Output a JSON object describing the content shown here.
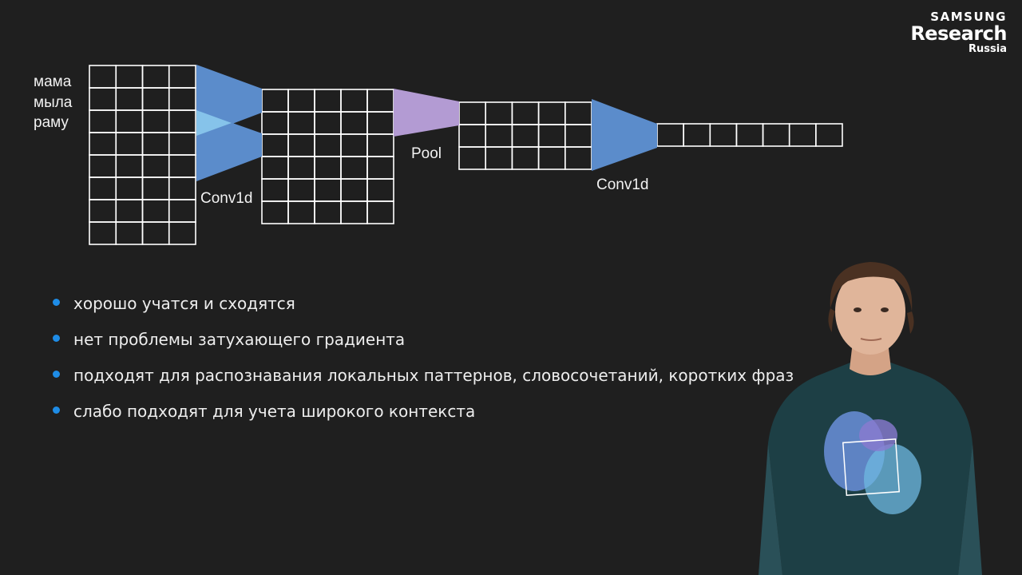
{
  "branding": {
    "line1": "SAMSUNG",
    "line2": "Research",
    "line3": "Russia"
  },
  "diagram": {
    "input_words": [
      "мама",
      "мыла",
      "раму"
    ],
    "labels": {
      "conv1": "Conv1d",
      "pool": "Pool",
      "conv2": "Conv1d"
    },
    "colors": {
      "grid": "#ffffff",
      "conv": "#5b8ccb",
      "conv_overlap": "#86c3ea",
      "pool": "#b39bd3"
    }
  },
  "bullets": [
    "хорошо учатся и сходятся",
    "нет проблемы затухающего градиента",
    "подходят для распознавания локальных паттернов, словосочетаний, коротких фраз",
    "слабо подходят для учета широкого контекста"
  ]
}
